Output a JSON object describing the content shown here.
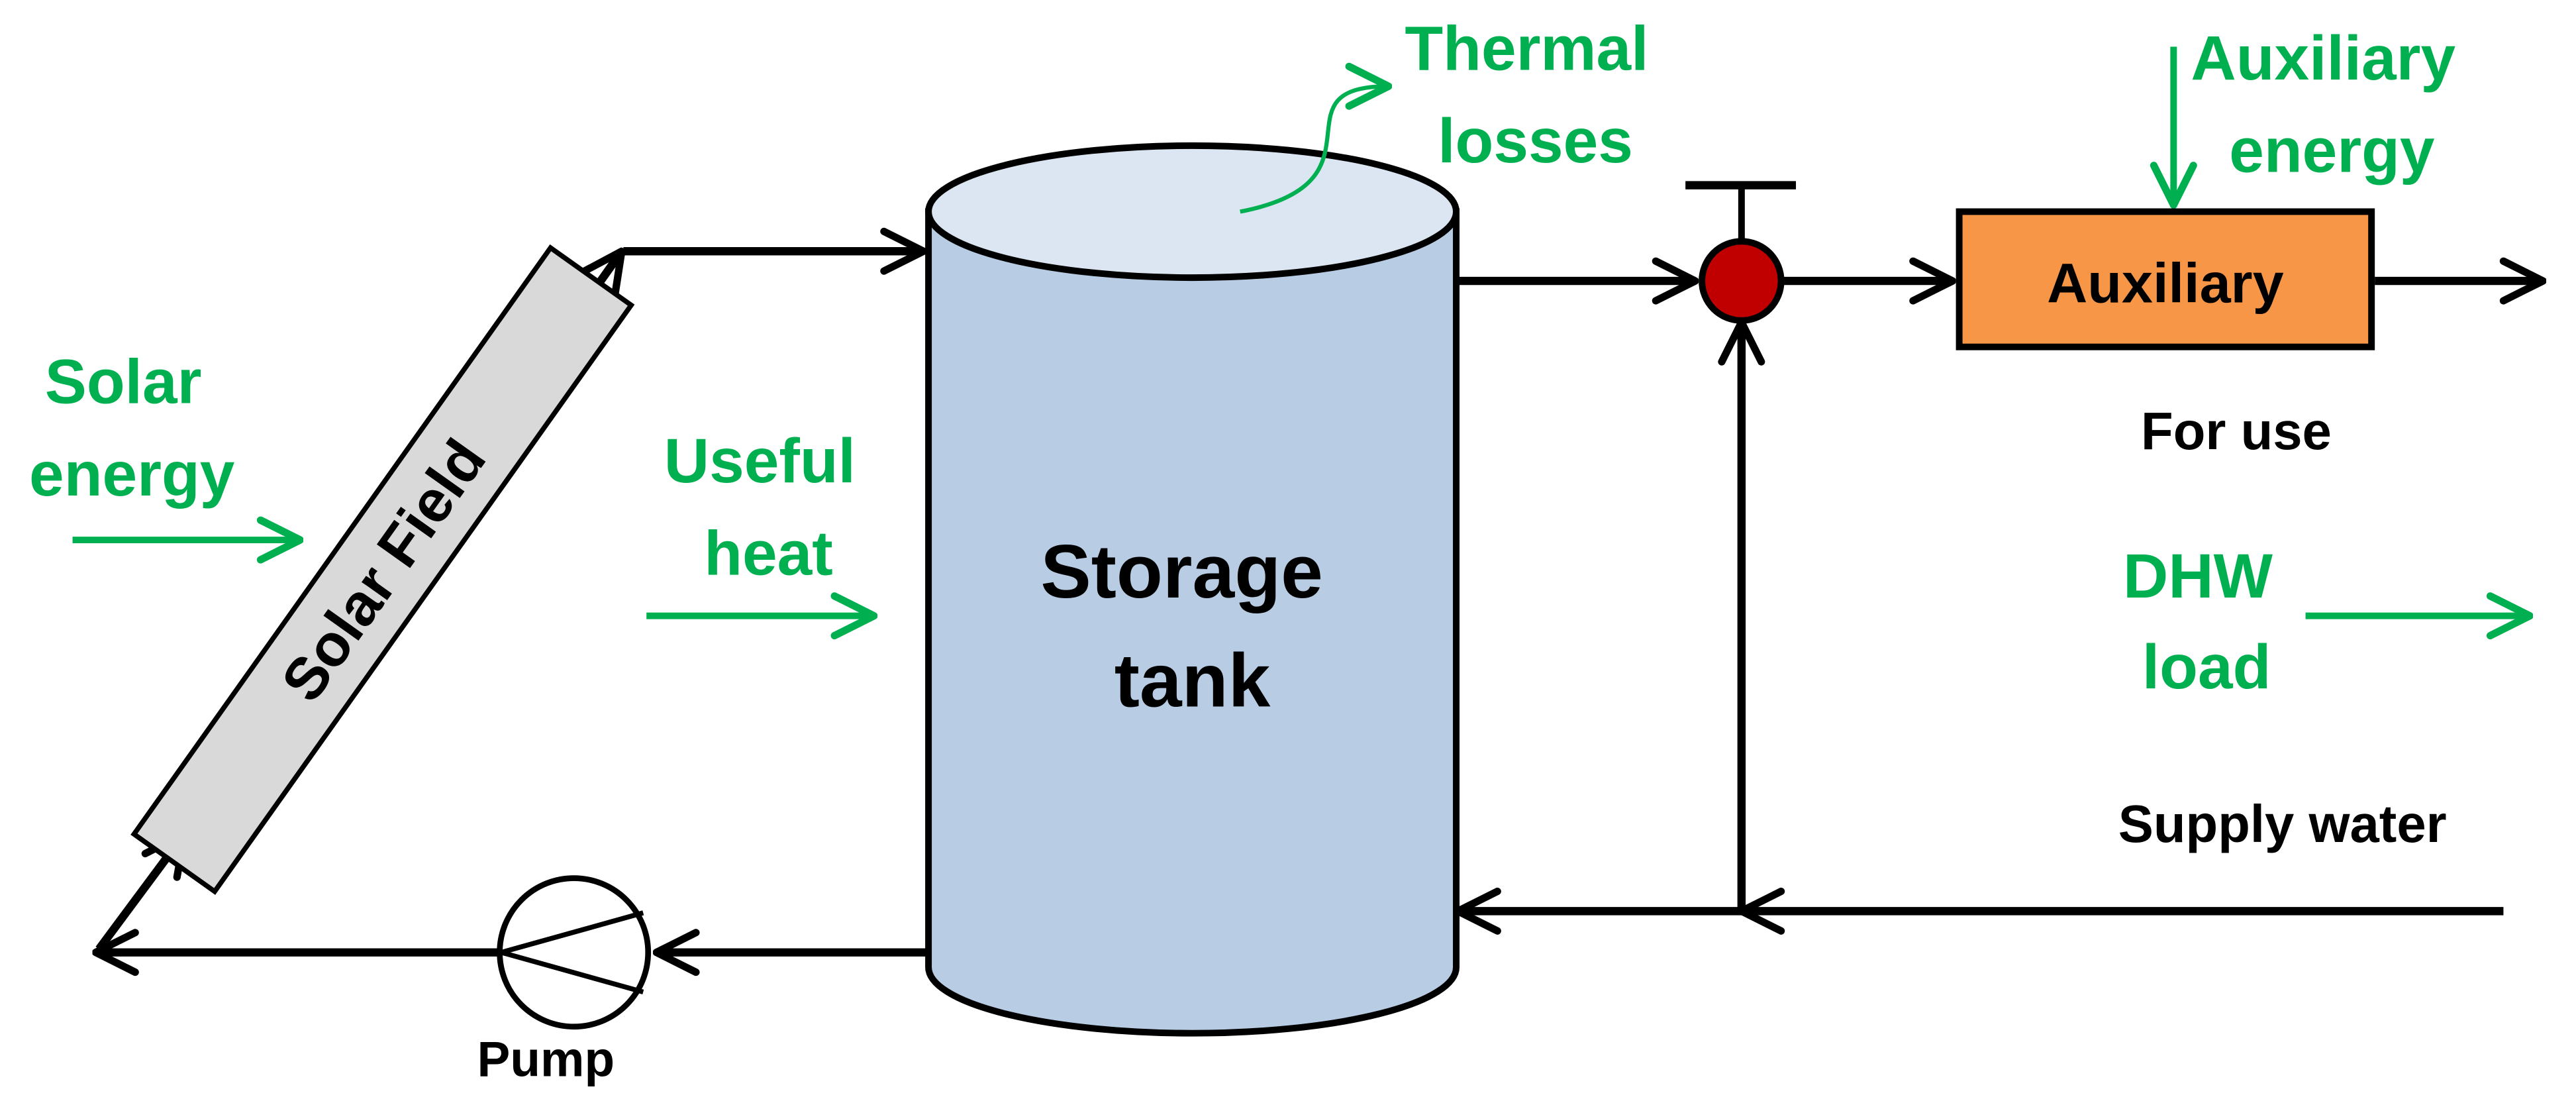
{
  "labels": {
    "solar_energy": [
      "Solar",
      "energy"
    ],
    "solar_field": "Solar Field",
    "useful_heat": [
      "Useful",
      "heat"
    ],
    "storage_tank": [
      "Storage",
      "tank"
    ],
    "thermal_losses": [
      "Thermal",
      "losses"
    ],
    "auxiliary_energy": [
      "Auxiliary",
      "energy"
    ],
    "auxiliary": "Auxiliary",
    "for_use": "For use",
    "dhw_load": [
      "DHW",
      "load"
    ],
    "supply_water": "Supply water",
    "pump": "Pump"
  },
  "colors": {
    "energy_text": "#00B050",
    "tank_fill": "#B8CCE4",
    "tank_top_fill": "#DCE6F2",
    "collector_fill": "#D9D9D9",
    "auxiliary_fill": "#F79646",
    "valve_fill": "#C00000",
    "pipe": "#000000"
  }
}
